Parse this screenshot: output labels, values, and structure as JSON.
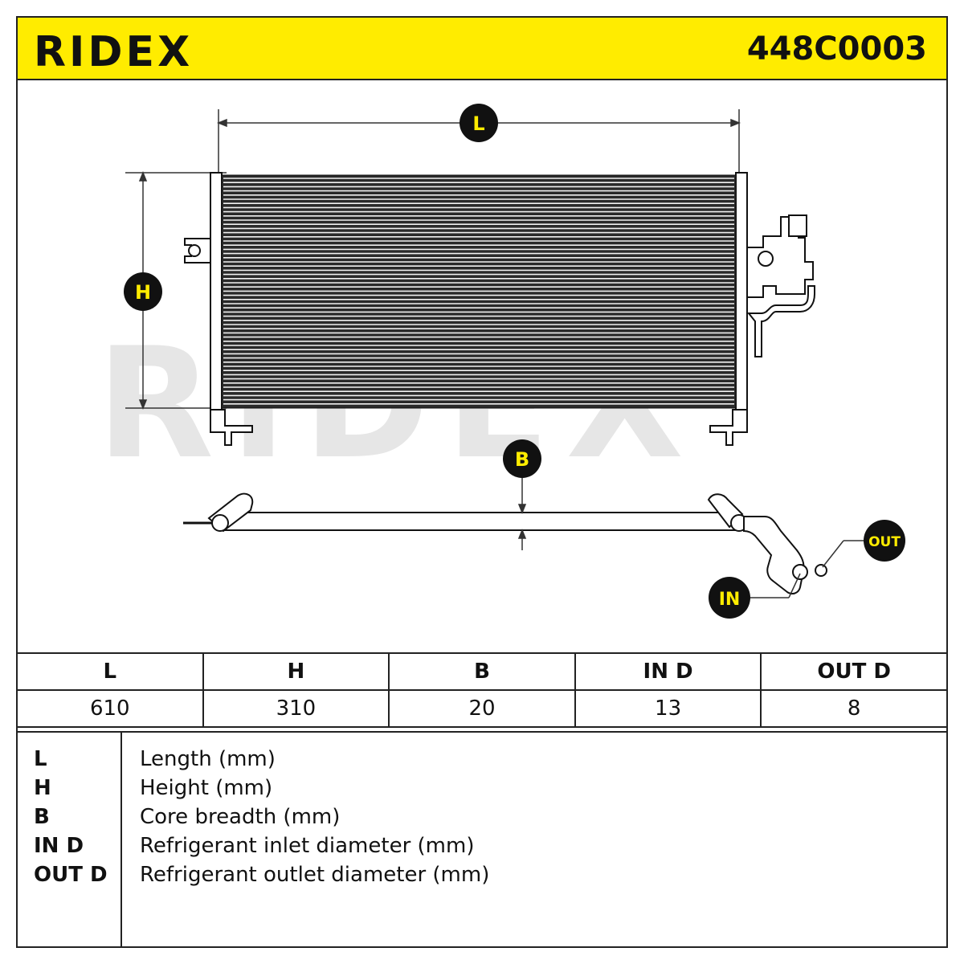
{
  "header": {
    "brand": "RIDEX",
    "part_number": "448C0003",
    "background": "#ffec00"
  },
  "drawing": {
    "watermark": "RIDEX",
    "labels": {
      "L": "L",
      "H": "H",
      "B": "B",
      "IN": "IN",
      "OUT": "OUT"
    },
    "label_colors": {
      "marker_fill": "#111111",
      "marker_text": "#ffec00"
    }
  },
  "specs": {
    "headers": [
      "L",
      "H",
      "B",
      "IN D",
      "OUT D"
    ],
    "values": [
      "610",
      "310",
      "20",
      "13",
      "8"
    ]
  },
  "legend": [
    {
      "key": "L",
      "desc": "Length (mm)"
    },
    {
      "key": "H",
      "desc": "Height (mm)"
    },
    {
      "key": "B",
      "desc": "Core breadth (mm)"
    },
    {
      "key": "IN D",
      "desc": "Refrigerant inlet diameter (mm)"
    },
    {
      "key": "OUT D",
      "desc": "Refrigerant outlet diameter (mm)"
    }
  ]
}
